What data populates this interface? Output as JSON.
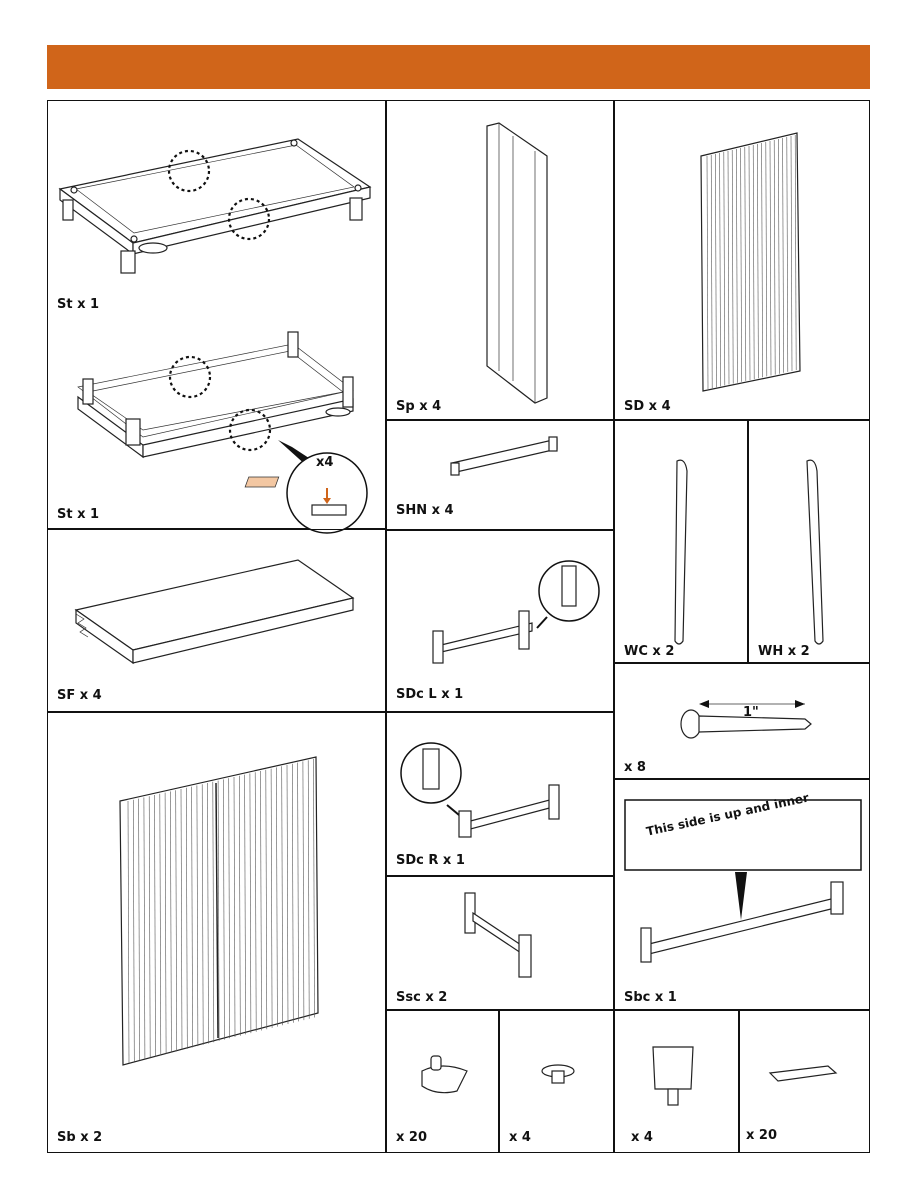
{
  "header": {
    "banner_color": "#d0651a"
  },
  "parts": {
    "st_top": "St x 1",
    "st_bottom": "St x 1",
    "sp": "Sp x 4",
    "sd": "SD x 4",
    "shn": "SHN x 4",
    "wc": "WC x 2",
    "wh": "WH x 2",
    "sf": "SF x 4",
    "sdc_l": "SDc L x 1",
    "screw": "x 8",
    "sdc_r": "SDc R x 1",
    "sb": "Sb x 2",
    "ssc": "Ssc x 2",
    "sbc": "Sbc x 1",
    "clip": "x 20",
    "cap": "x 4",
    "foot": "x 4",
    "tab": "x 20"
  },
  "callouts": {
    "inset_qty": "x4",
    "screw_length": "1\"",
    "sbc_note": "This side is up and inner"
  },
  "icons": [
    "magnifier-circle",
    "screw-icon",
    "arrow-down-icon"
  ]
}
